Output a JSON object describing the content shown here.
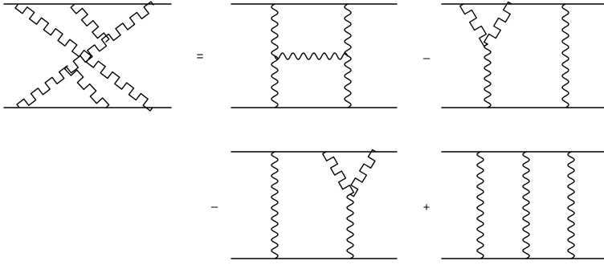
{
  "equation": {
    "equals_sign": "=",
    "minus_sign_1": "–",
    "minus_sign_2": "–",
    "plus_sign": "+"
  },
  "diagrams": [
    {
      "name": "crossed-box-diagram",
      "photon_count": 2,
      "kind": "crossed"
    },
    {
      "name": "ladder-with-rung-diagram",
      "photon_count": 3,
      "kind": "ladder-rung"
    },
    {
      "name": "vertex-left-diagram",
      "photon_count": 2,
      "kind": "vertex-left"
    },
    {
      "name": "vertex-right-diagram",
      "photon_count": 2,
      "kind": "vertex-right"
    },
    {
      "name": "triple-ladder-diagram",
      "photon_count": 3,
      "kind": "triple-ladder"
    }
  ]
}
